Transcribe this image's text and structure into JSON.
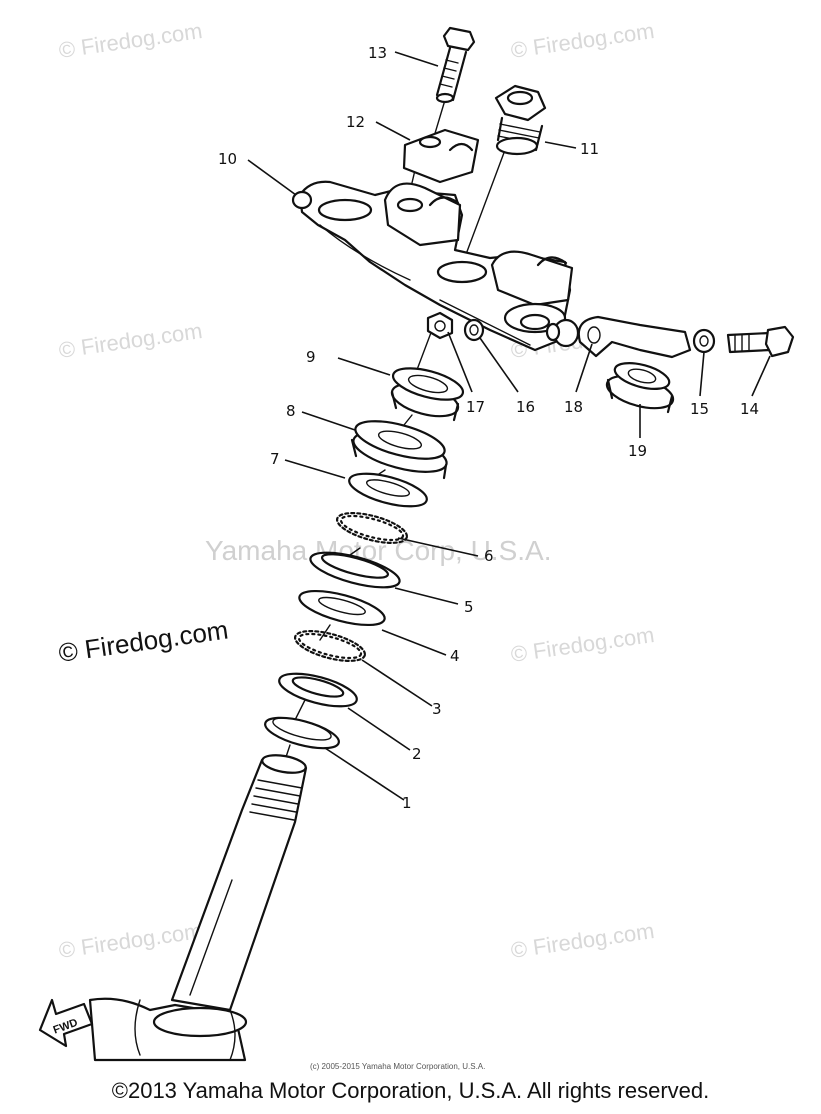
{
  "watermarks": {
    "firedog": "© Firedog.com",
    "center": "Yamaha Motor Corp, U.S.A.",
    "strong": "© Firedog.com"
  },
  "callouts": [
    "1",
    "2",
    "3",
    "4",
    "5",
    "6",
    "7",
    "8",
    "9",
    "10",
    "11",
    "12",
    "13",
    "14",
    "15",
    "16",
    "17",
    "18",
    "19"
  ],
  "fwd_label": "FWD",
  "small_copyright": "(c) 2005-2015 Yamaha Motor Corporation, U.S.A.",
  "footer": "©2013 Yamaha Motor Corporation, U.S.A. All rights reserved."
}
